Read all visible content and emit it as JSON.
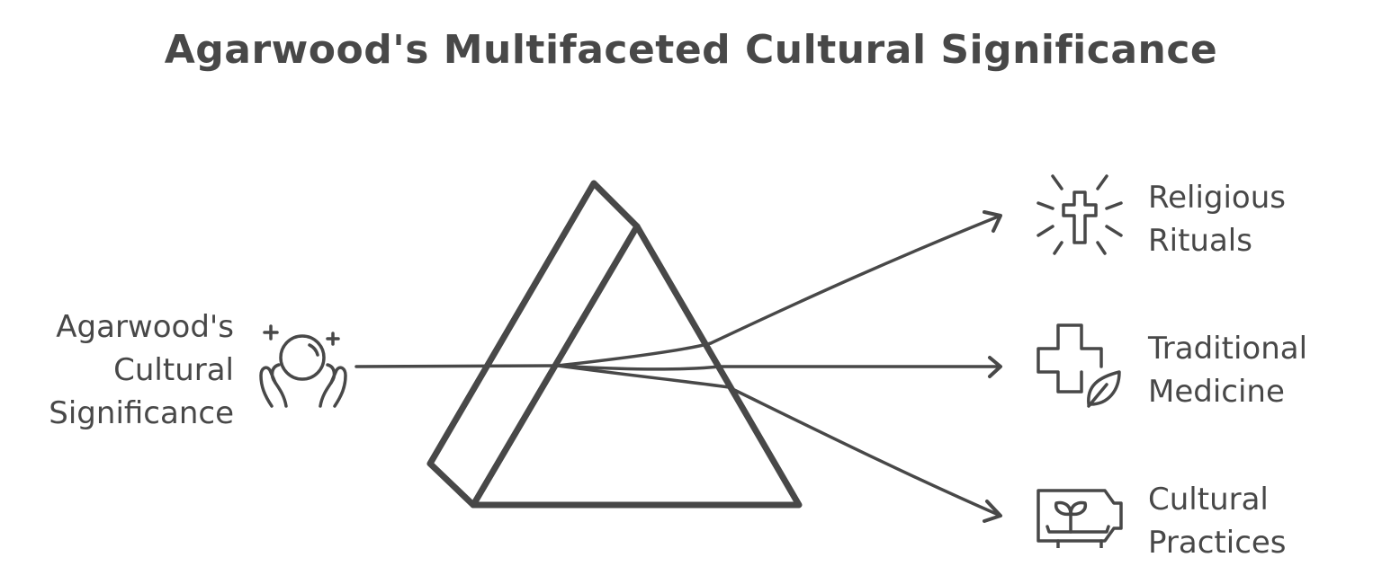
{
  "title": "Agarwood's Multifaceted Cultural Significance",
  "source": {
    "lines": [
      "Agarwood's",
      "Cultural",
      "Significance"
    ],
    "icon": "hands-holding-orb-icon"
  },
  "outputs": [
    {
      "lines": [
        "Religious",
        "Rituals"
      ],
      "icon": "radiant-cross-icon"
    },
    {
      "lines": [
        "Traditional",
        "Medicine"
      ],
      "icon": "medical-cross-leaf-icon"
    },
    {
      "lines": [
        "Cultural",
        "Practices"
      ],
      "icon": "bottle-with-sprout-icon"
    }
  ],
  "colors": {
    "stroke": "#484848",
    "background": "#ffffff"
  }
}
